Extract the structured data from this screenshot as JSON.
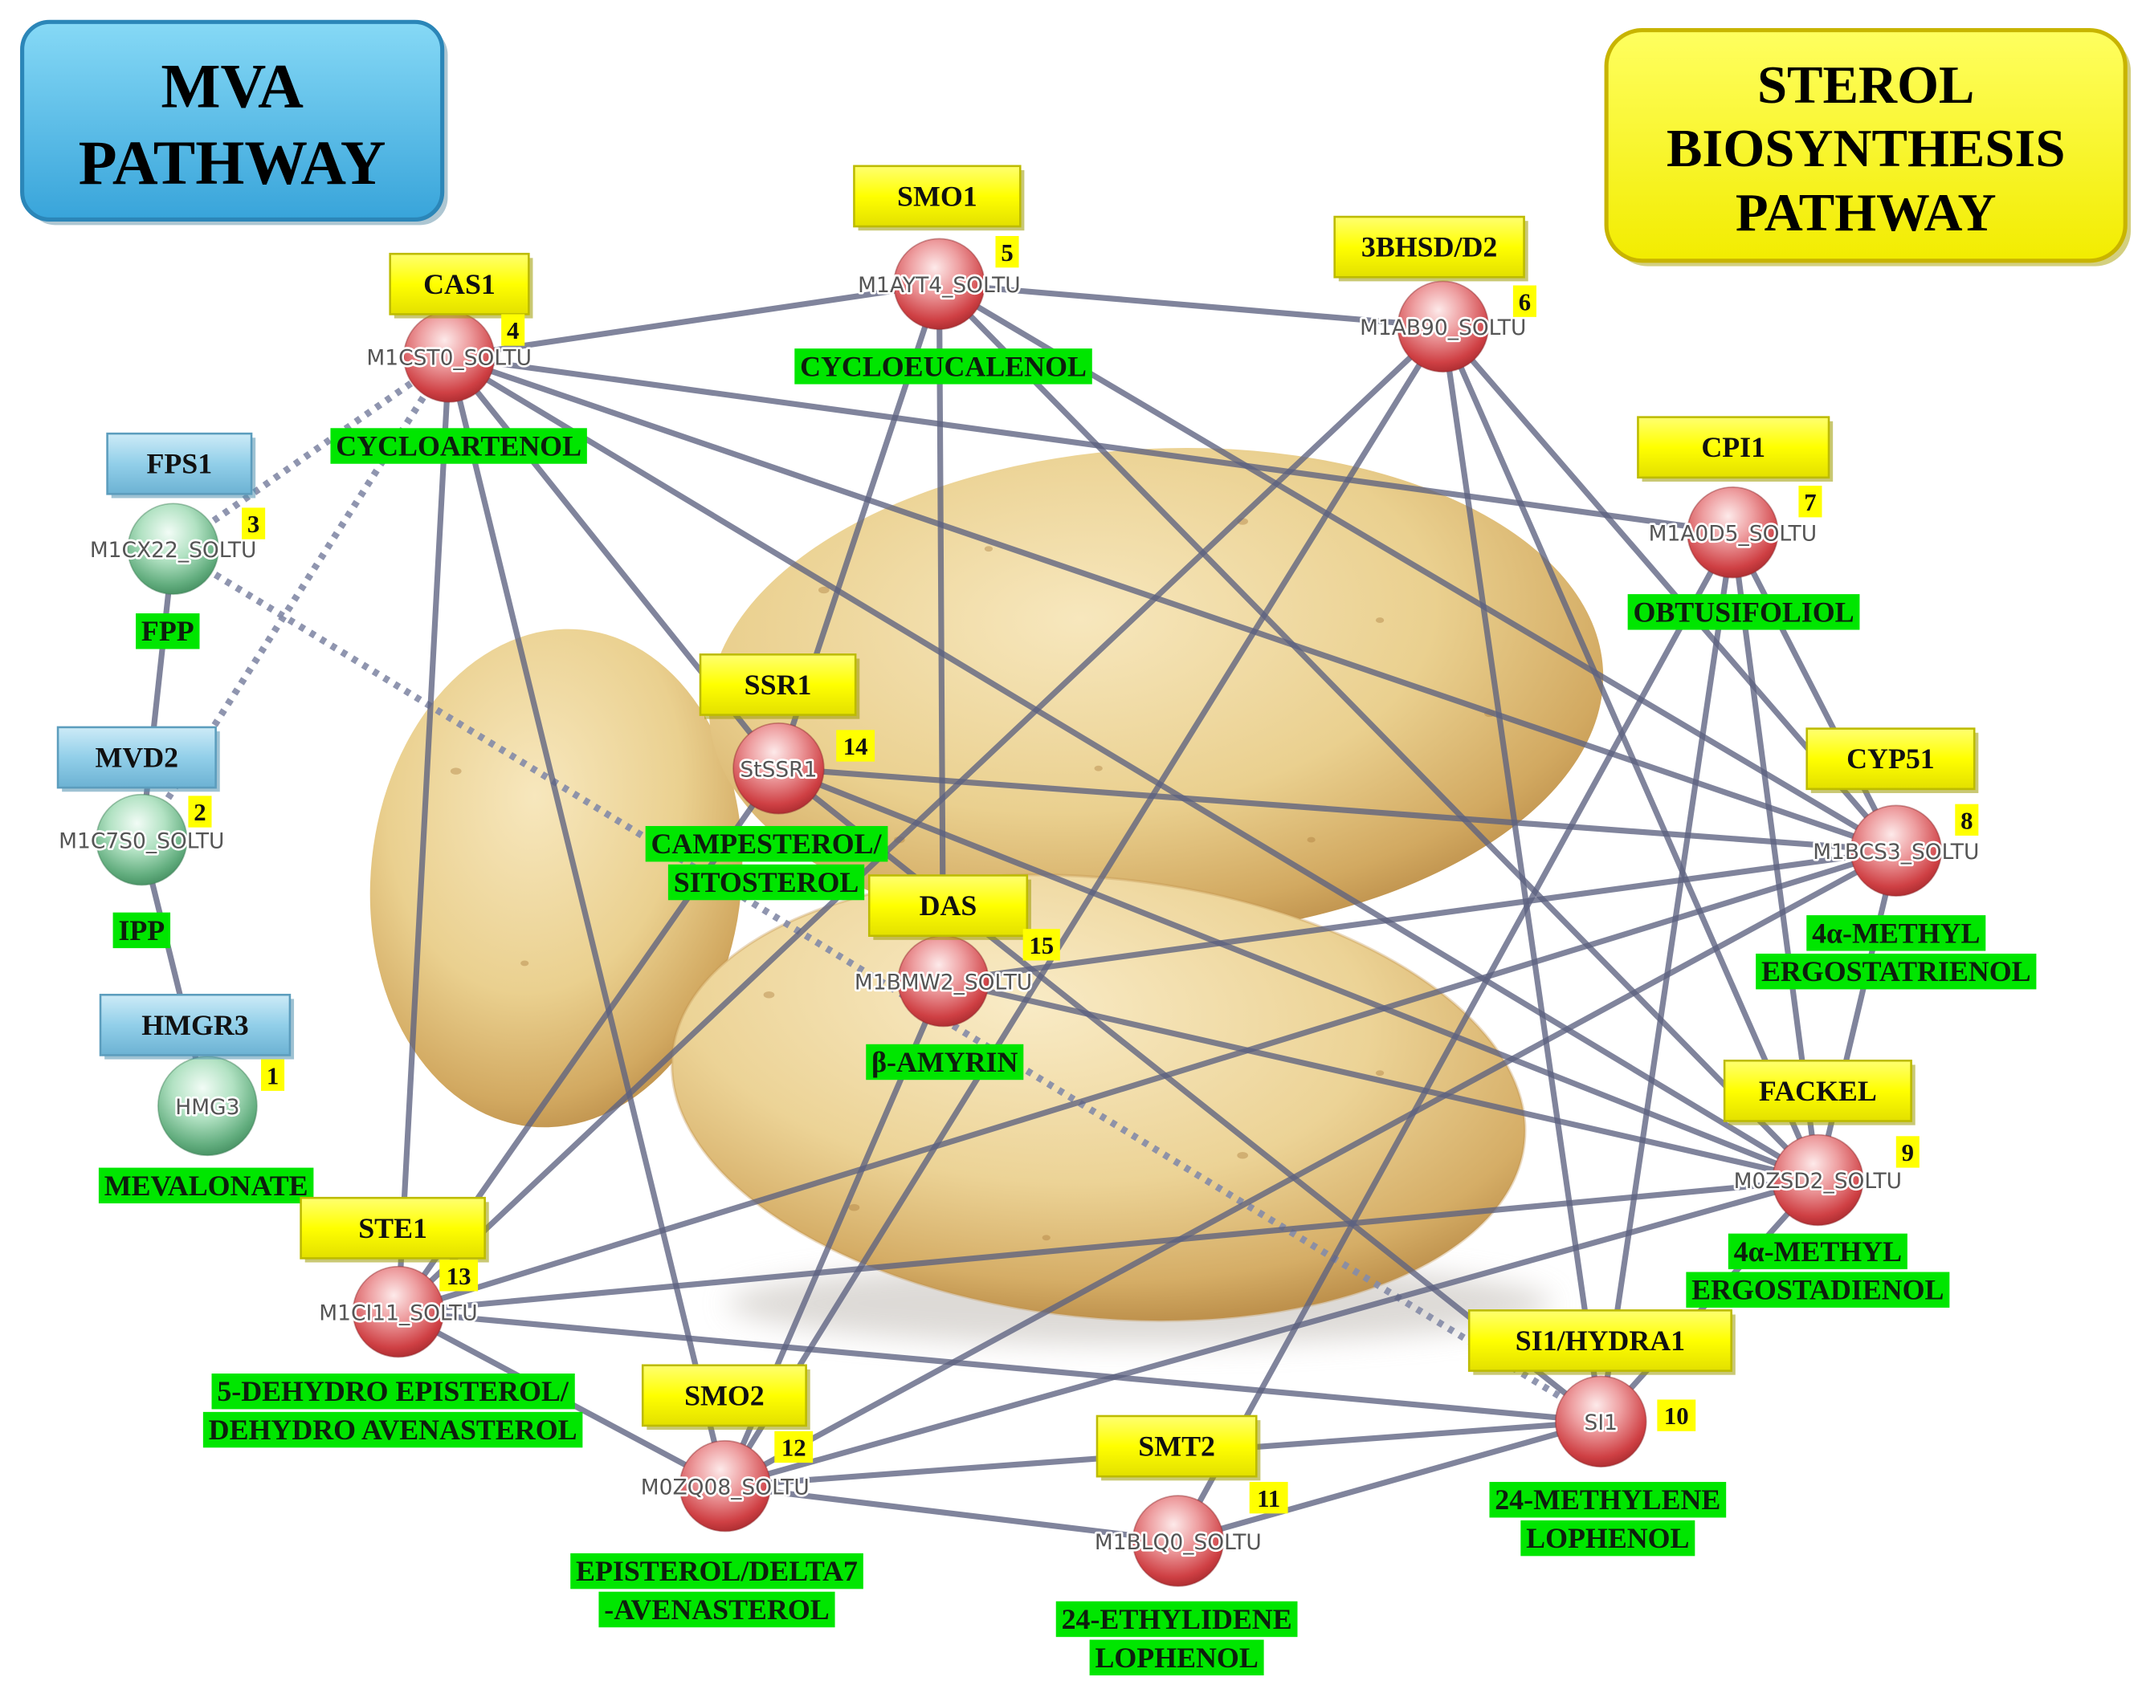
{
  "mva_title": [
    "MVA",
    "PATHWAY"
  ],
  "sterol_title": [
    "STEROL",
    "BIOSYNTHESIS",
    "PATHWAY"
  ],
  "colors": {
    "sterol_gene_box": "#ffff00",
    "mva_gene_box": "#8ecde8",
    "metabolite_label": "#00e600",
    "number_badge": "#ffff00",
    "edge": "#5c6280",
    "mva_title_box": "#3ba9dd",
    "sterol_title_box": "#ffff00"
  },
  "nodes": [
    {
      "num": "1",
      "id": "HMG3",
      "gene": "HMGR3",
      "metabolite": [
        "MEVALONATE"
      ],
      "sphere": "green",
      "box": "blue"
    },
    {
      "num": "2",
      "id": "M1C7S0_SOLTU",
      "gene": "MVD2",
      "metabolite": [
        "IPP"
      ],
      "sphere": "green",
      "box": "blue"
    },
    {
      "num": "3",
      "id": "M1CX22_SOLTU",
      "gene": "FPS1",
      "metabolite": [
        "FPP"
      ],
      "sphere": "green",
      "box": "blue"
    },
    {
      "num": "4",
      "id": "M1CST0_SOLTU",
      "gene": "CAS1",
      "metabolite": [
        "CYCLOARTENOL"
      ],
      "sphere": "red",
      "box": "yellow"
    },
    {
      "num": "5",
      "id": "M1AYT4_SOLTU",
      "gene": "SMO1",
      "metabolite": [
        "CYCLOEUCALENOL"
      ],
      "sphere": "red",
      "box": "yellow"
    },
    {
      "num": "6",
      "id": "M1AB90_SOLTU",
      "gene": "3BHSD/D2",
      "metabolite": [],
      "sphere": "red",
      "box": "yellow"
    },
    {
      "num": "7",
      "id": "M1A0D5_SOLTU",
      "gene": "CPI1",
      "metabolite": [
        "OBTUSIFOLIOL"
      ],
      "sphere": "red",
      "box": "yellow"
    },
    {
      "num": "8",
      "id": "M1BCS3_SOLTU",
      "gene": "CYP51",
      "metabolite": [
        "4α-METHYL",
        "ERGOSTATRIENOL"
      ],
      "sphere": "red",
      "box": "yellow"
    },
    {
      "num": "9",
      "id": "M0ZSD2_SOLTU",
      "gene": "FACKEL",
      "metabolite": [
        "4α-METHYL",
        "ERGOSTADIENOL"
      ],
      "sphere": "red",
      "box": "yellow"
    },
    {
      "num": "10",
      "id": "SI1",
      "gene": "SI1/HYDRA1",
      "metabolite": [
        "24-METHYLENE",
        "LOPHENOL"
      ],
      "sphere": "red",
      "box": "yellow"
    },
    {
      "num": "11",
      "id": "M1BLQ0_SOLTU",
      "gene": "SMT2",
      "metabolite": [
        "24-ETHYLIDENE",
        "LOPHENOL"
      ],
      "sphere": "red",
      "box": "yellow"
    },
    {
      "num": "12",
      "id": "M0ZQ08_SOLTU",
      "gene": "SMO2",
      "metabolite": [
        "EPISTEROL/DELTA7",
        "-AVENASTEROL"
      ],
      "sphere": "red",
      "box": "yellow"
    },
    {
      "num": "13",
      "id": "M1CI11_SOLTU",
      "gene": "STE1",
      "metabolite": [
        "5-DEHYDRO EPISTEROL/",
        "DEHYDRO AVENASTEROL"
      ],
      "sphere": "red",
      "box": "yellow"
    },
    {
      "num": "14",
      "id": "StSSR1",
      "gene": "SSR1",
      "metabolite": [
        "CAMPESTEROL/",
        "SITOSTEROL"
      ],
      "sphere": "red",
      "box": "yellow"
    },
    {
      "num": "15",
      "id": "M1BMW2_SOLTU",
      "gene": "DAS",
      "metabolite": [
        "β-AMYRIN"
      ],
      "sphere": "red",
      "box": "yellow"
    }
  ],
  "edges": [
    {
      "a": 1,
      "b": 2
    },
    {
      "a": 2,
      "b": 3
    },
    {
      "a": 3,
      "b": 4,
      "dashed": true
    },
    {
      "a": 2,
      "b": 4,
      "dashed": true
    },
    {
      "a": 3,
      "b": 10,
      "dashed": true
    },
    {
      "a": 4,
      "b": 5
    },
    {
      "a": 4,
      "b": 7
    },
    {
      "a": 4,
      "b": 8
    },
    {
      "a": 4,
      "b": 9
    },
    {
      "a": 4,
      "b": 12
    },
    {
      "a": 4,
      "b": 13
    },
    {
      "a": 4,
      "b": 14
    },
    {
      "a": 5,
      "b": 6
    },
    {
      "a": 5,
      "b": 8
    },
    {
      "a": 5,
      "b": 9
    },
    {
      "a": 5,
      "b": 14
    },
    {
      "a": 5,
      "b": 15
    },
    {
      "a": 6,
      "b": 8
    },
    {
      "a": 6,
      "b": 9
    },
    {
      "a": 6,
      "b": 10
    },
    {
      "a": 6,
      "b": 12
    },
    {
      "a": 6,
      "b": 13
    },
    {
      "a": 7,
      "b": 8
    },
    {
      "a": 7,
      "b": 9
    },
    {
      "a": 7,
      "b": 10
    },
    {
      "a": 7,
      "b": 11
    },
    {
      "a": 8,
      "b": 9
    },
    {
      "a": 8,
      "b": 12
    },
    {
      "a": 8,
      "b": 13
    },
    {
      "a": 8,
      "b": 14
    },
    {
      "a": 8,
      "b": 15
    },
    {
      "a": 9,
      "b": 10
    },
    {
      "a": 9,
      "b": 12
    },
    {
      "a": 9,
      "b": 13
    },
    {
      "a": 9,
      "b": 14
    },
    {
      "a": 9,
      "b": 15
    },
    {
      "a": 10,
      "b": 11
    },
    {
      "a": 10,
      "b": 12
    },
    {
      "a": 10,
      "b": 13
    },
    {
      "a": 10,
      "b": 14
    },
    {
      "a": 11,
      "b": 12
    },
    {
      "a": 12,
      "b": 13
    },
    {
      "a": 12,
      "b": 15
    },
    {
      "a": 13,
      "b": 14
    }
  ]
}
